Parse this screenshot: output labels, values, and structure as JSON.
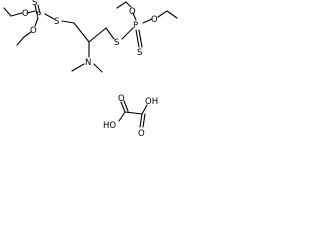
{
  "molecule": {
    "thiophosphate_left": {
      "phosphorus": "P",
      "thione_sulfur": "S",
      "thioether_sulfur": "S",
      "ester_oxygen_upper": "O",
      "ester_oxygen_lower": "O"
    },
    "thiophosphate_right": {
      "phosphorus": "P",
      "thione_sulfur": "S",
      "thioether_sulfur": "S",
      "ester_oxygen_left": "O",
      "ester_oxygen_right": "O"
    },
    "amine": {
      "nitrogen": "N"
    },
    "oxalic_acid": {
      "carbonyl_oxygen_upper": "O",
      "hydroxyl_right": "OH",
      "hydroxyl_left": "HO",
      "carbonyl_oxygen_lower": "O"
    }
  },
  "colors": {
    "bond": "#000000",
    "background": "#ffffff"
  }
}
